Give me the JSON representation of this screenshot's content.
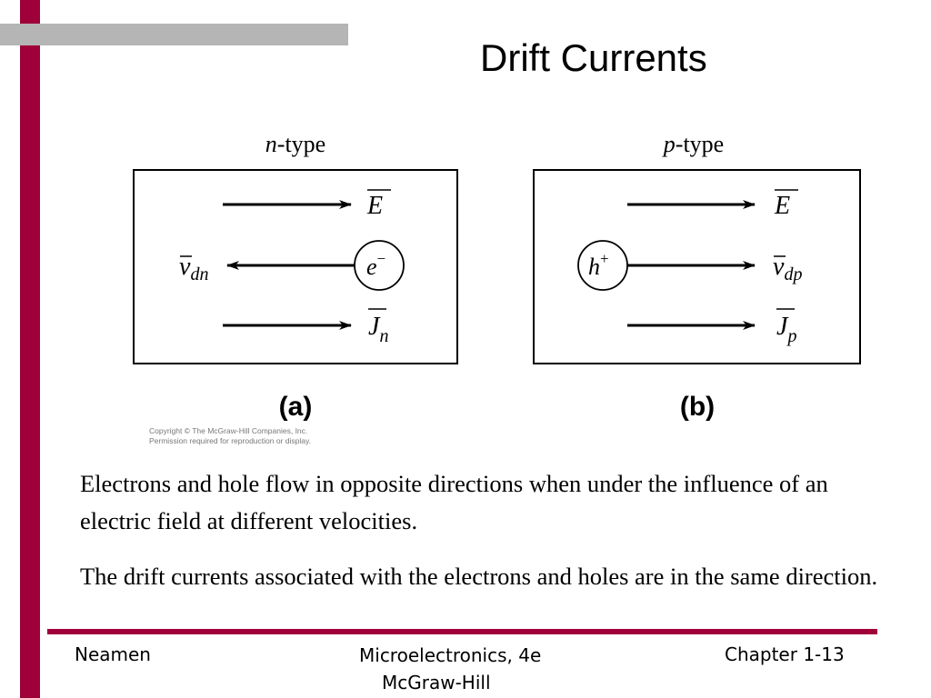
{
  "slide": {
    "title": "Drift Currents"
  },
  "figure": {
    "panel_a": {
      "header": "n-type",
      "header_italic": "n",
      "header_rest": "-type",
      "label": "(a)",
      "e_field": "E",
      "velocity": "v",
      "velocity_sub": "dn",
      "particle": "e",
      "particle_sup": "−",
      "current": "J",
      "current_sub": "n"
    },
    "panel_b": {
      "header": "p-type",
      "header_italic": "p",
      "header_rest": "-type",
      "label": "(b)",
      "e_field": "E",
      "velocity": "v",
      "velocity_sub": "dp",
      "particle": "h",
      "particle_sup": "+",
      "current": "J",
      "current_sub": "p"
    },
    "copyright_line1": "Copyright © The McGraw-Hill Companies, Inc.",
    "copyright_line2": "Permission required for reproduction or display."
  },
  "body": {
    "paragraph1": "Electrons and hole flow in opposite directions when under the influence of an electric field at different velocities.",
    "paragraph2": "The drift currents associated with the electrons and holes are in the same direction."
  },
  "footer": {
    "left": "Neamen",
    "center_line1": "Microelectronics, 4e",
    "center_line2": "McGraw-Hill",
    "right": "Chapter 1-13"
  },
  "colors": {
    "accent": "#a0003a",
    "top_bar": "#b5b5b5"
  }
}
